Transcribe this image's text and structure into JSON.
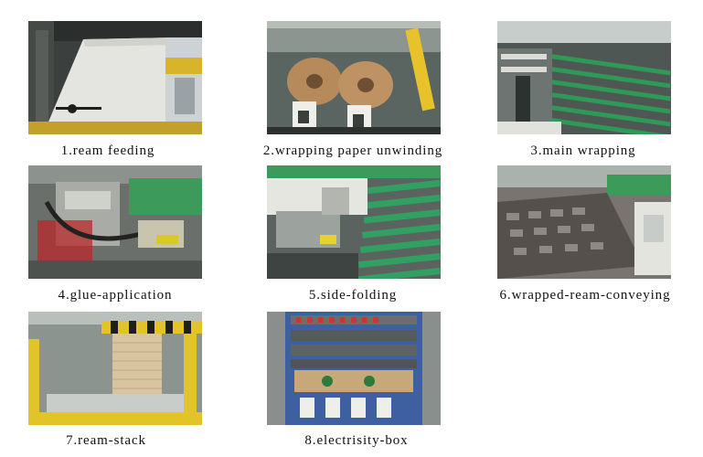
{
  "steps": [
    {
      "caption": "1.ream feeding"
    },
    {
      "caption": "2.wrapping paper unwinding"
    },
    {
      "caption": "3.main wrapping"
    },
    {
      "caption": "4.glue-application"
    },
    {
      "caption": "5.side-folding"
    },
    {
      "caption": "6.wrapped-ream-conveying"
    },
    {
      "caption": "7.ream-stack"
    },
    {
      "caption": "8.electrisity-box"
    }
  ]
}
